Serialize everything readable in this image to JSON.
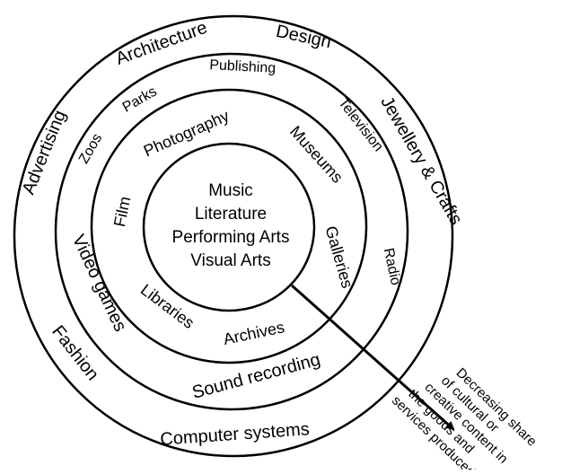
{
  "core": {
    "lines": [
      "Music",
      "Literature",
      "Performing Arts",
      "Visual Arts"
    ]
  },
  "ring1": {
    "labels": {
      "photography": "Photography",
      "museums": "Museums",
      "film": "Film",
      "galleries": "Galleries",
      "libraries": "Libraries",
      "archives": "Archives"
    }
  },
  "ring2": {
    "labels": {
      "publishing": "Publishing",
      "parks": "Parks",
      "zoos": "Zoos",
      "television": "Television",
      "radio": "Radio",
      "video_games": "Video games",
      "sound_recording": "Sound recording"
    }
  },
  "ring3": {
    "labels": {
      "architecture": "Architecture",
      "design": "Design",
      "advertising": "Advertising",
      "jewellery": "Jewellery & Crafts",
      "fashion": "Fashion",
      "computer_systems": "Computer systems"
    }
  },
  "arrow_note": {
    "lines": [
      "Decreasing share",
      "of cultural or",
      "creative content in",
      "the goods and",
      "services produced"
    ]
  }
}
